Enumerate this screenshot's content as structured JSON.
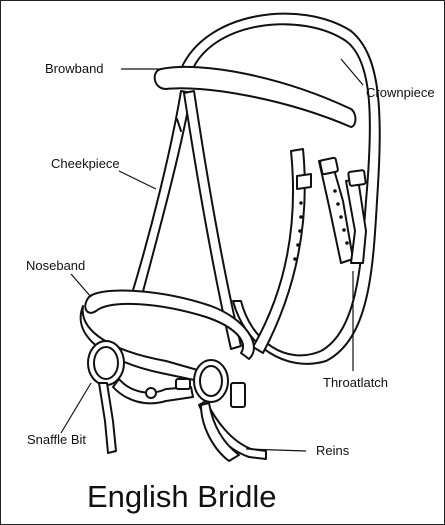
{
  "title": "English Bridle",
  "labels": {
    "browband": "Browband",
    "crownpiece": "Crownpiece",
    "cheekpiece": "Cheekpiece",
    "noseband": "Noseband",
    "throatlatch": "Throatlatch",
    "snaffle_bit": "Snaffle Bit",
    "reins": "Reins"
  }
}
